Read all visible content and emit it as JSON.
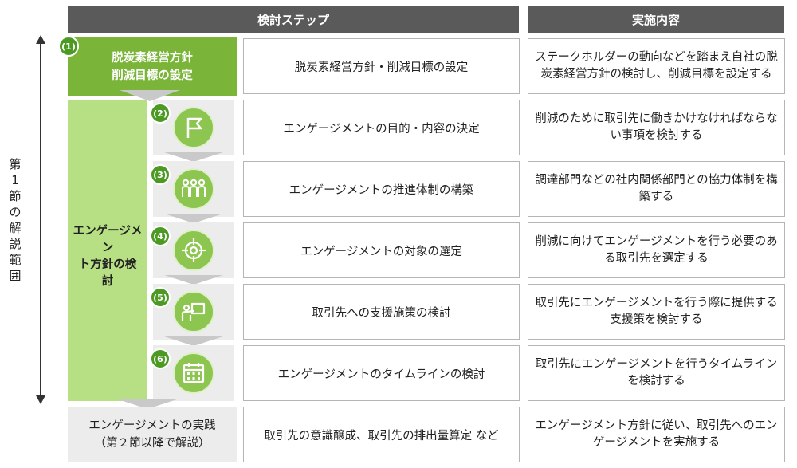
{
  "header": {
    "steps_label": "検討ステップ",
    "impl_label": "実施内容"
  },
  "side_axis": {
    "label": "第\n1\n節\nの\n解\n説\n範\n囲"
  },
  "step1": {
    "badge": "(1)",
    "line1": "脱炭素経営方針",
    "line2": "削減目標の設定"
  },
  "engagement_band": {
    "label": "エンゲージメン\nト方針の検\n討"
  },
  "rows": [
    {
      "badge": "(1)",
      "step": "脱炭素経営方針・削減目標の設定",
      "impl": "ステークホルダーの動向などを踏まえ自社の脱炭素経営方針の検討し、削減目標を設定する"
    },
    {
      "badge": "(2)",
      "icon": "flag-icon",
      "step": "エンゲージメントの目的・内容の決定",
      "impl": "削減のために取引先に働きかけなければならない事項を検討する"
    },
    {
      "badge": "(3)",
      "icon": "people-icon",
      "step": "エンゲージメントの推進体制の構築",
      "impl": "調達部門などの社内関係部門との協力体制を構築する"
    },
    {
      "badge": "(4)",
      "icon": "target-icon",
      "step": "エンゲージメントの対象の選定",
      "impl": "削減に向けてエンゲージメントを行う必要のある取引先を選定する"
    },
    {
      "badge": "(5)",
      "icon": "support-icon",
      "step": "取引先への支援施策の検討",
      "impl": "取引先にエンゲージメントを行う際に提供する支援策を検討する"
    },
    {
      "badge": "(6)",
      "icon": "calendar-icon",
      "step": "エンゲージメントのタイムラインの検討",
      "impl": "取引先にエンゲージメントを行うタイムラインを検討する"
    }
  ],
  "practice": {
    "line1": "エンゲージメントの実践",
    "line2": "（第２節以降で解説）",
    "step": "取引先の意識醸成、取引先の排出量算定 など",
    "impl": "エンゲージメント方針に従い、取引先へのエンゲージメントを実施する"
  },
  "colors": {
    "header_bg": "#5a5a5a",
    "step1_green": "#7ab53a",
    "band_green": "#b7df84",
    "badge_green": "#4c9a24",
    "icon_green": "#8cc650"
  }
}
